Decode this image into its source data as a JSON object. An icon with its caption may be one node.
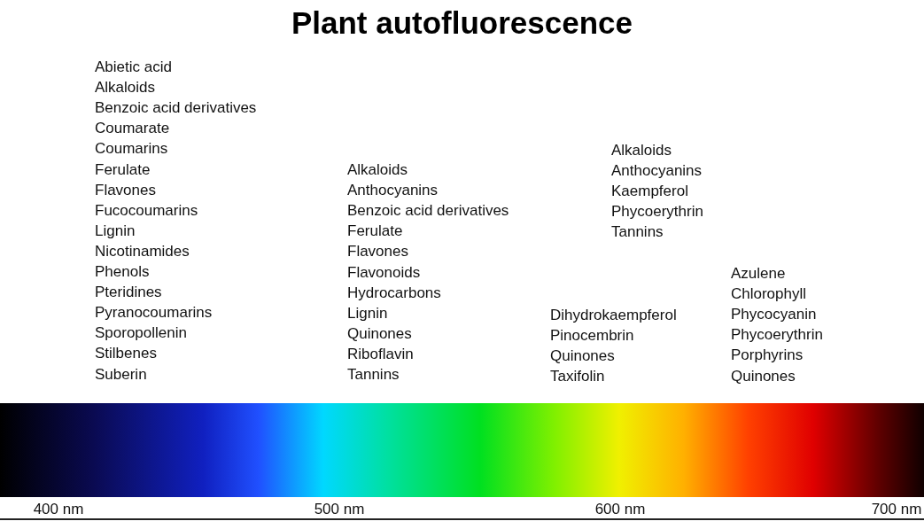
{
  "diagram": {
    "title": "Plant autofluorescence",
    "nodes": [
      {
        "text": [],
        "shape": "bar"
      }
    ],
    "labels": [
      "Abietic acid",
      "Alkaloids",
      "Benzoic acid derivatives",
      "Coumarate",
      "Coumarins",
      "Ferulate",
      "Flavones",
      "Fucocoumarins",
      "Lignin",
      "Nicotinamides",
      "Phenols",
      "Pteridines",
      "Pyranocoumarins",
      "Sporopollenin",
      "Stilbenes",
      "Suberin",
      "Alkaloids",
      "Anthocyanins",
      "Benzoic acid derivatives",
      "Ferulate",
      "Flavones",
      "Flavonoids",
      "Hydrocarbons",
      "Lignin",
      "Quinones",
      "Riboflavin",
      "Tannins",
      "Dihydrokaempferol",
      "Pinocembrin",
      "Quinones",
      "Taxifolin",
      "Alkaloids",
      "Anthocyanins",
      "Kaempferol",
      "Phycoerythrin",
      "Tannins",
      "Azulene",
      "Chlorophyll",
      "Phycocyanin",
      "Phycoerythrin",
      "Porphyrins",
      "Quinones",
      "400 nm",
      "500 nm",
      "600 nm",
      "700 nm"
    ]
  }
}
